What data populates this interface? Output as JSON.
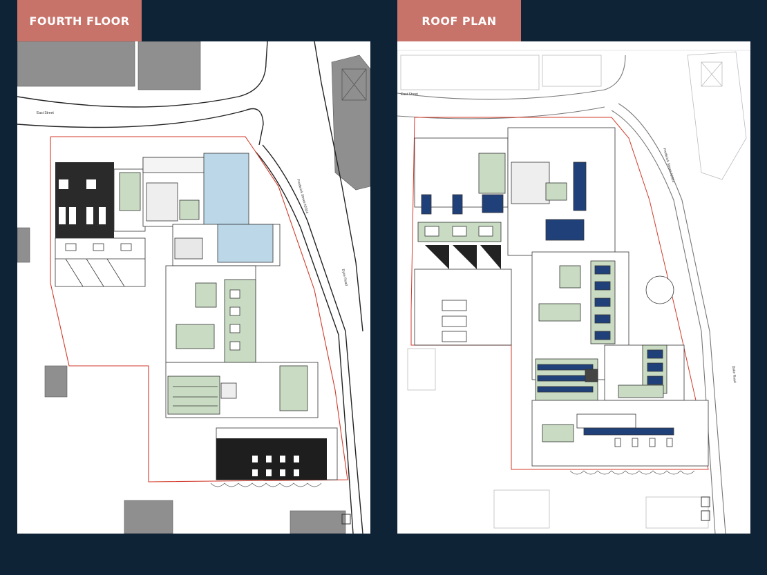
{
  "left": {
    "title": "FOURTH FLOOR",
    "street_labels": [
      "East Street",
      "Frederick Street A2024",
      "Dyke Road"
    ]
  },
  "right": {
    "title": "ROOF PLAN",
    "street_labels": [
      "East Street",
      "Frederick Street A2024",
      "Dyke Road"
    ]
  },
  "colors": {
    "background": "#0f2337",
    "tab": "#c8736a",
    "green_fill": "#c9dbc3",
    "blue_fill": "#bcd8e8",
    "solar": "#20407a",
    "boundary": "#d23a2a"
  }
}
